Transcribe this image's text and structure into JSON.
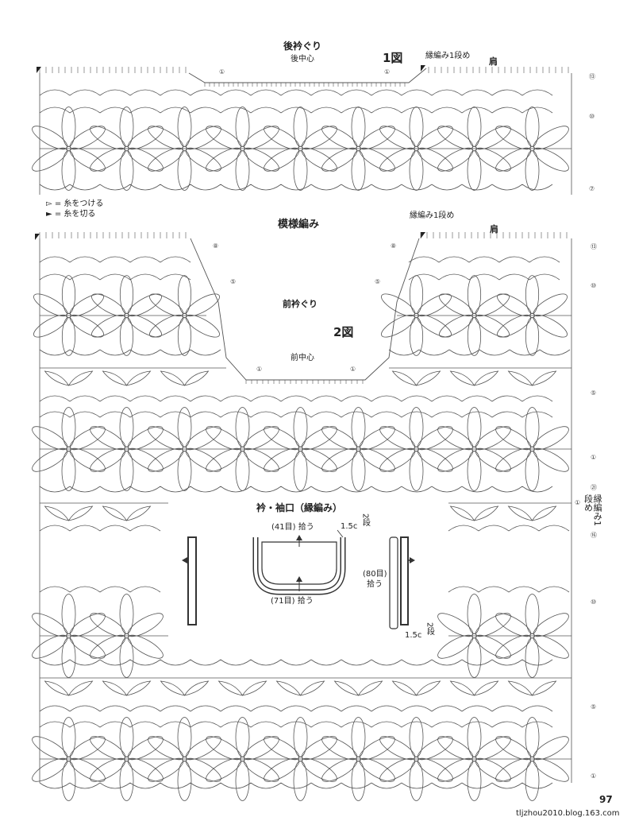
{
  "diagram1": {
    "neck_title": "後衿ぐり",
    "center": "後中心",
    "fig": "1図",
    "edge_note": "縁編み1段め",
    "shoulder": "肩",
    "row_labels": [
      "⑬",
      "⑩",
      "⑦"
    ],
    "mark_left": "①",
    "mark_right": "①"
  },
  "legend": {
    "attach": "▻ = 糸をつける",
    "cut": "► = 糸を切る"
  },
  "diagram2": {
    "pattern_title": "模様編み",
    "edge_note": "縁編み1段め",
    "shoulder": "肩",
    "neck_title": "前衿ぐり",
    "fig": "2図",
    "center": "前中心",
    "left_marks": [
      "⑧",
      "⑤",
      "①"
    ],
    "right_marks": [
      "⑧",
      "⑤",
      "①"
    ],
    "row_labels": [
      "⑬",
      "⑩",
      "⑤",
      "①",
      "㉑",
      "⑯",
      "⑩",
      "⑤",
      "①"
    ],
    "edge_vertical": "縁編み1段め",
    "edge_mark": "①"
  },
  "inset": {
    "title": "衿・袖口（縁編み）",
    "pick_top": "(41目) 拾う",
    "pick_bottom": "(71目) 拾う",
    "pick_side_1": "(80目)",
    "pick_side_2": "拾う",
    "width_1": "1.5c",
    "rows_1": "2段",
    "width_2": "1.5c",
    "rows_2": "2段"
  },
  "footer": {
    "page": "97",
    "source": "tljzhou2010.blog.163.com"
  }
}
